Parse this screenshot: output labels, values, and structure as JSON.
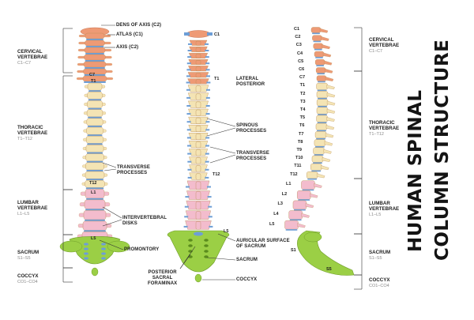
{
  "title": {
    "line1": "HUMAN SPINAL",
    "line2": "COLUMN STRUCTURE"
  },
  "colors": {
    "cervical": "#ee9a75",
    "thoracic": "#f4e4b4",
    "lumbar": "#f3bccd",
    "sacrum": "#9bcf45",
    "disc": "#6d9ed6",
    "line": "#333333"
  },
  "left": {
    "regions": [
      {
        "name": "CERVICAL\nVERTEBRAE",
        "range": "C1–C7"
      },
      {
        "name": "THORACIC\nVERTEBRAE",
        "range": "T1–T12"
      },
      {
        "name": "LUMBAR\nVERTEBRAE",
        "range": "L1–L5"
      },
      {
        "name": "SACRUM",
        "range": "S1–S5"
      },
      {
        "name": "COCCYX",
        "range": "CO1–CO4"
      }
    ],
    "levels": [
      "C7",
      "T1",
      "T12",
      "L1",
      "L5"
    ],
    "callouts": [
      "DENS OF AXIS (C2)",
      "ATLAS (C1)",
      "AXIS (C2)",
      "TRANSVERSE\nPROCESSES",
      "INTERVERTEBRAL\nDISKS",
      "PROMONTORY"
    ]
  },
  "middle": {
    "levels": [
      "C1",
      "T1",
      "T12",
      "L5"
    ],
    "callouts": [
      "LATERAL\nPOSTERIOR",
      "SPINOUS\nPROCESSES",
      "TRANSVERSE\nPROCESSES",
      "AURICULAR SURFACE\nOF SACRUM",
      "SACRUM",
      "POSTERIOR\nSACRAL\nFORAMINAX",
      "COCCYX"
    ]
  },
  "right": {
    "levels": [
      "C1",
      "C2",
      "C3",
      "C4",
      "C5",
      "C6",
      "C7",
      "T1",
      "T2",
      "T3",
      "T4",
      "T5",
      "T6",
      "T7",
      "T8",
      "T9",
      "T10",
      "T11",
      "T12",
      "L1",
      "L2",
      "L3",
      "L4",
      "L5",
      "S1",
      "S5"
    ],
    "regions": [
      {
        "name": "CERVICAL\nVERTEBRAE",
        "range": "C1–C7"
      },
      {
        "name": "THORACIC\nVERTEBRAE",
        "range": "T1–T12"
      },
      {
        "name": "LUMBAR\nVERTEBRAE",
        "range": "L1–L5"
      },
      {
        "name": "SACRUM",
        "range": "S1–S5"
      },
      {
        "name": "COCCYX",
        "range": "CO1–CO4"
      }
    ]
  }
}
